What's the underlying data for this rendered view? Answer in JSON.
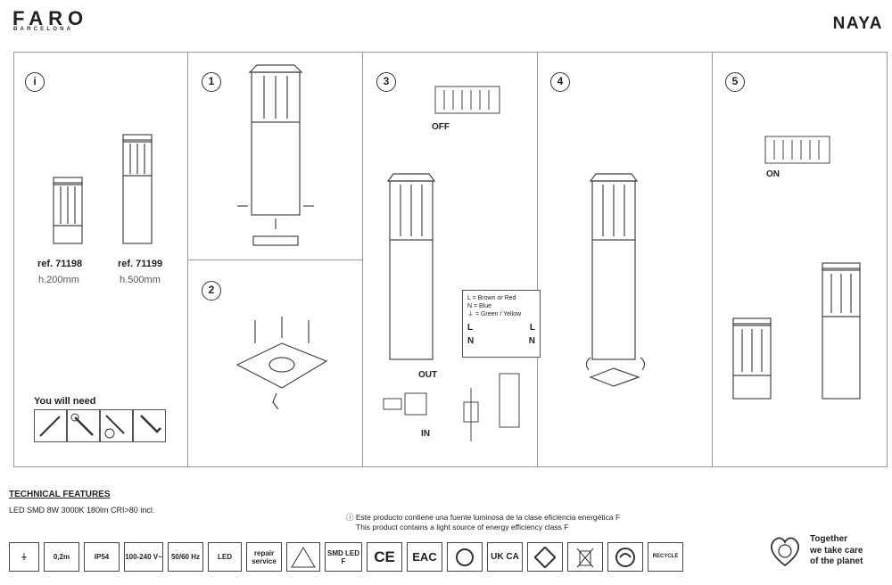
{
  "header": {
    "brand": "FARO",
    "brand_sub": "BARCELONA",
    "product": "NAYA"
  },
  "panel_i": {
    "step": "i",
    "items": [
      {
        "ref": "ref. 71198",
        "height": "h.200mm"
      },
      {
        "ref": "ref. 71199",
        "height": "h.500mm"
      }
    ],
    "you_will_need": "You will need",
    "tools": [
      "pencil-icon",
      "wrench-icon",
      "screwdriver-icon",
      "allen-key-icon"
    ]
  },
  "steps": [
    "1",
    "2",
    "3",
    "4",
    "5"
  ],
  "step3": {
    "switch_label": "OFF",
    "legend": [
      "L = Brown or Red",
      "N = Blue",
      "⏚ = Green / Yellow"
    ],
    "terminal_l": "L",
    "terminal_n": "N",
    "out_label": "OUT",
    "in_label": "IN",
    "connector_l": "L",
    "connector_n": "N"
  },
  "step5": {
    "switch_label": "ON"
  },
  "tech": {
    "title": "TECHNICAL FEATURES",
    "line": "LED SMD 8W 3000K 180lm CRI>80 incl."
  },
  "energy": {
    "line1": "Este producto contiene una fuente luminosa de la clase eficiencia energética F",
    "line2": "This product contains a light source of energy efficiency class F"
  },
  "badges": [
    {
      "name": "class-i-icon",
      "text": "⏚"
    },
    {
      "name": "distance-badge",
      "text": "0,2m"
    },
    {
      "name": "ip-badge",
      "text": "IP54"
    },
    {
      "name": "voltage-badge",
      "text": "100-240 V~"
    },
    {
      "name": "frequency-badge",
      "text": "50/60 Hz"
    },
    {
      "name": "led-badge",
      "text": "LED"
    },
    {
      "name": "repair-badge",
      "text": "repair service"
    },
    {
      "name": "esd-icon",
      "text": ""
    },
    {
      "name": "smd-led-badge",
      "text": "SMD LED F"
    },
    {
      "name": "ce-badge",
      "text": "CE"
    },
    {
      "name": "eac-badge",
      "text": "EAC"
    },
    {
      "name": "recycle-badge",
      "text": ""
    },
    {
      "name": "ukca-badge",
      "text": "UK CA"
    },
    {
      "name": "stamp-badge",
      "text": ""
    },
    {
      "name": "weee-icon",
      "text": ""
    },
    {
      "name": "green-dot-icon",
      "text": ""
    },
    {
      "name": "recycle-box-icon",
      "text": "RECYCLE"
    }
  ],
  "eco": {
    "line1": "Together",
    "line2": "we take care",
    "line3": "of the planet"
  }
}
